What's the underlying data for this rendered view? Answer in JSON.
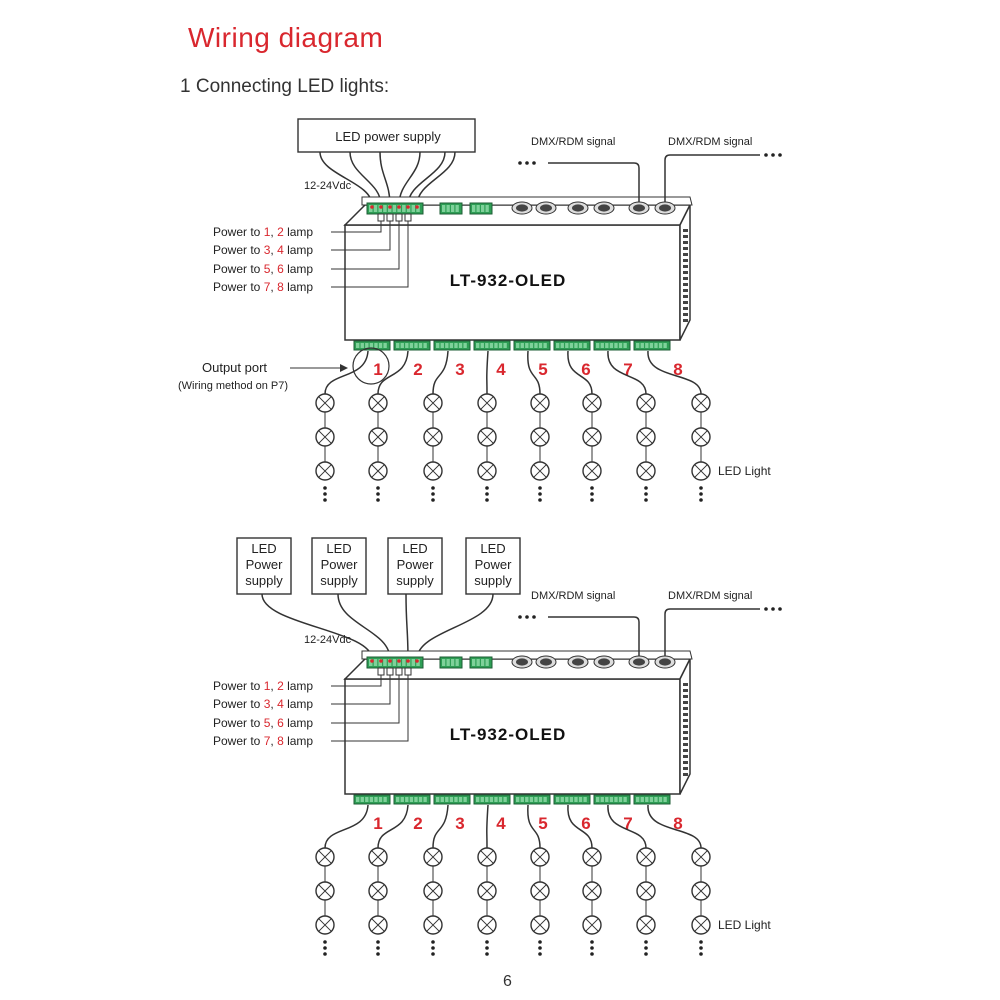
{
  "page": {
    "title": "Wiring diagram",
    "subtitle": "1 Connecting LED lights:",
    "page_number": "6"
  },
  "diagram1": {
    "power_supply_label": "LED power supply",
    "voltage_label": "12-24Vdc",
    "dmx_signal_left": "DMX/RDM signal",
    "dmx_signal_right": "DMX/RDM signal",
    "model": "LT-932-OLED",
    "output_port_label": "Output port",
    "output_port_note": "(Wiring method on P7)",
    "led_light_label": "LED Light",
    "power_rows": [
      {
        "prefix": "Power to ",
        "a": "1",
        "sep": ", ",
        "b": "2",
        "suffix": " lamp"
      },
      {
        "prefix": "Power to ",
        "a": "3",
        "sep": ", ",
        "b": "4",
        "suffix": " lamp"
      },
      {
        "prefix": "Power to ",
        "a": "5",
        "sep": ", ",
        "b": "6",
        "suffix": " lamp"
      },
      {
        "prefix": "Power to ",
        "a": "7",
        "sep": ", ",
        "b": "8",
        "suffix": " lamp"
      }
    ],
    "channels": [
      "1",
      "2",
      "3",
      "4",
      "5",
      "6",
      "7",
      "8"
    ]
  },
  "diagram2": {
    "power_supplies": [
      {
        "line1": "LED",
        "line2": "Power",
        "line3": "supply"
      },
      {
        "line1": "LED",
        "line2": "Power",
        "line3": "supply"
      },
      {
        "line1": "LED",
        "line2": "Power",
        "line3": "supply"
      },
      {
        "line1": "LED",
        "line2": "Power",
        "line3": "supply"
      }
    ],
    "voltage_label": "12-24Vdc",
    "dmx_signal_left": "DMX/RDM signal",
    "dmx_signal_right": "DMX/RDM signal",
    "model": "LT-932-OLED",
    "led_light_label": "LED Light",
    "power_rows": [
      {
        "prefix": "Power to ",
        "a": "1",
        "sep": ", ",
        "b": "2",
        "suffix": " lamp"
      },
      {
        "prefix": "Power to ",
        "a": "3",
        "sep": ", ",
        "b": "4",
        "suffix": " lamp"
      },
      {
        "prefix": "Power to ",
        "a": "5",
        "sep": ", ",
        "b": "6",
        "suffix": " lamp"
      },
      {
        "prefix": "Power to ",
        "a": "7",
        "sep": ", ",
        "b": "8",
        "suffix": " lamp"
      }
    ],
    "channels": [
      "1",
      "2",
      "3",
      "4",
      "5",
      "6",
      "7",
      "8"
    ]
  },
  "icons": {
    "lamp": "led-lamp-icon",
    "connector": "terminal-block-icon",
    "xlr": "xlr-socket-icon"
  },
  "colors": {
    "accent": "#d9272e",
    "line": "#333333"
  }
}
